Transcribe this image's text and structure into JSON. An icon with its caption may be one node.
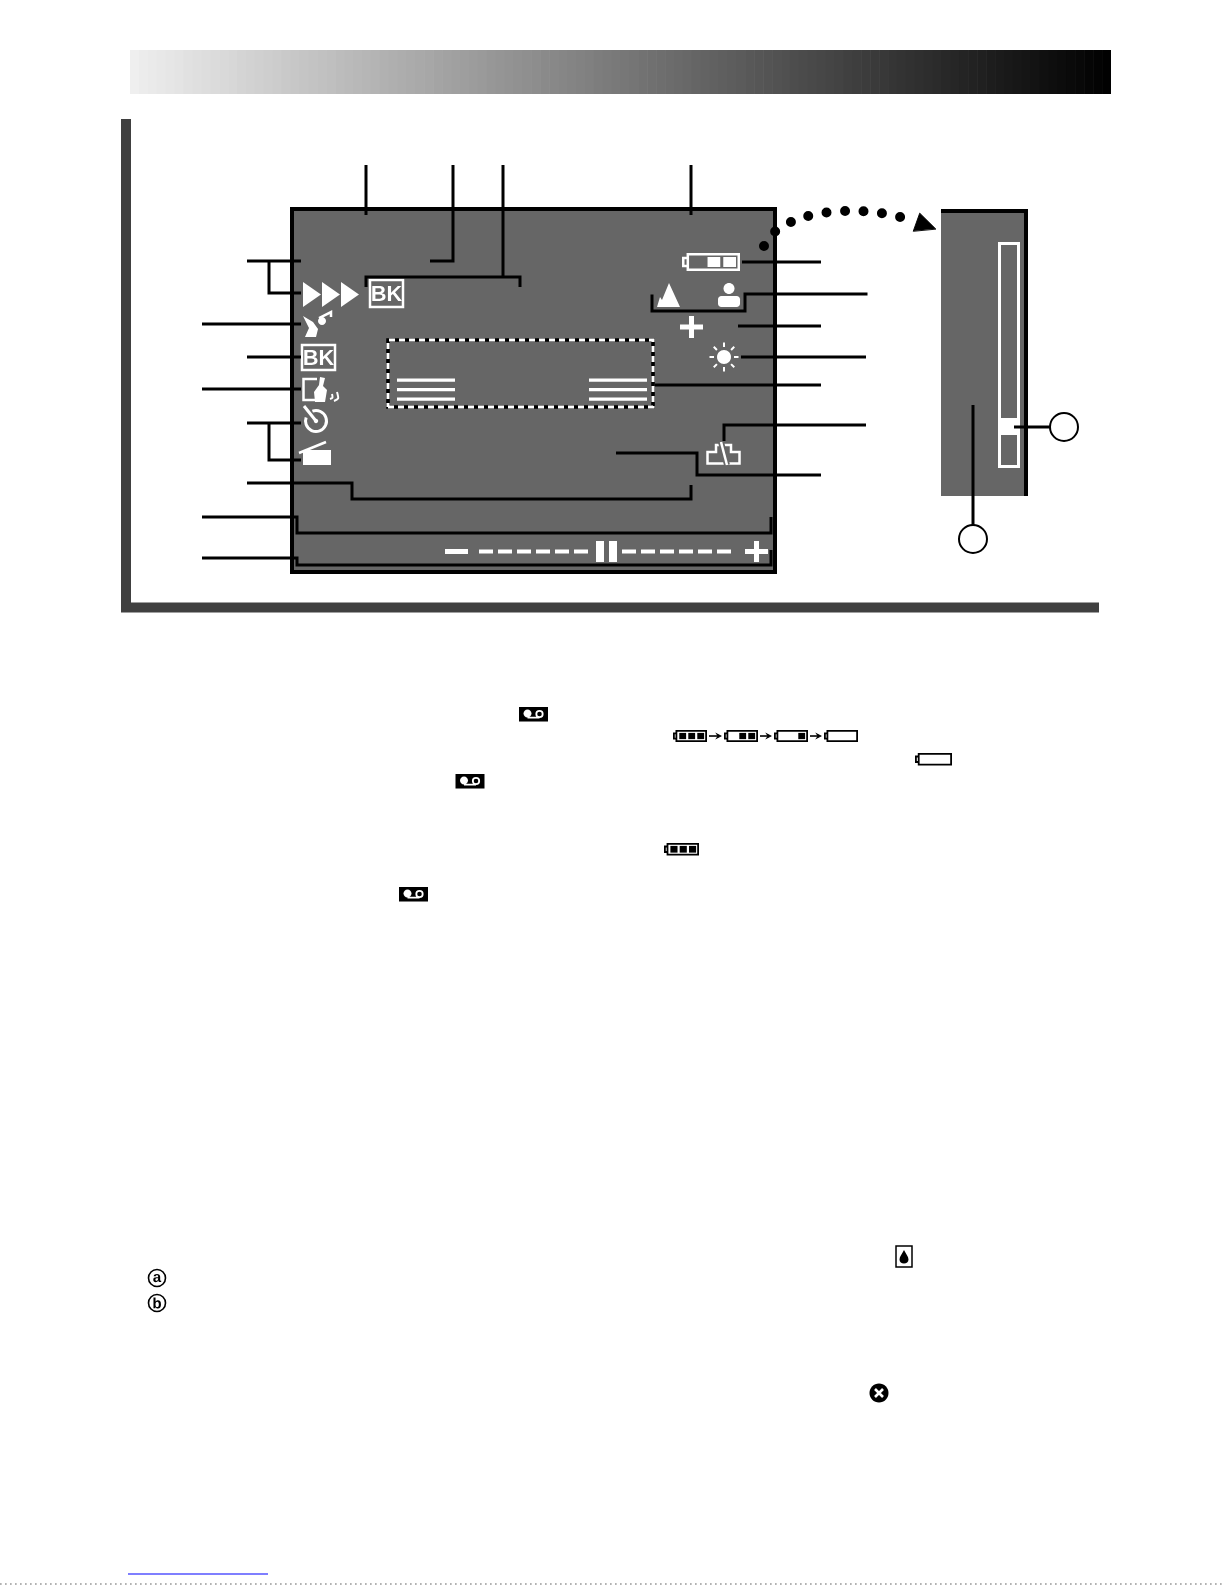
{
  "diagram": {
    "nodes": [
      {
        "text": [],
        "shape": "box"
      },
      {
        "text": [],
        "shape": "battery",
        "in": 0
      },
      {
        "text": [],
        "shape": "picture",
        "in": 0
      },
      {
        "text": [
          "BK"
        ],
        "in": 0
      },
      {
        "text": [],
        "shape": "picture",
        "in": 0
      },
      {
        "text": [],
        "shape": "person",
        "in": 0
      },
      {
        "text": [],
        "shape": "picture",
        "in": 0
      },
      {
        "text": [
          "BK"
        ],
        "in": 0
      },
      {
        "text": [],
        "shape": "box",
        "in": 0
      },
      {
        "text": [],
        "shape": "sun",
        "in": 0
      },
      {
        "text": [],
        "shape": "picture",
        "in": 0
      },
      {
        "text": [],
        "shape": "clock",
        "in": 0
      },
      {
        "text": [],
        "shape": "picture",
        "in": 0
      },
      {
        "text": [],
        "shape": "clapperboard",
        "in": 0
      },
      {
        "text": [],
        "shape": "bar",
        "in": 0
      },
      {
        "text": [],
        "shape": "box"
      },
      {
        "text": [],
        "shape": "bar",
        "in": 15
      },
      {
        "text": [],
        "shape": "circle"
      },
      {
        "text": [],
        "shape": "circle"
      },
      {
        "text": [],
        "shape": "battery"
      },
      {
        "text": [],
        "shape": "battery"
      },
      {
        "text": [],
        "shape": "battery"
      },
      {
        "text": [],
        "shape": "battery"
      }
    ],
    "edges": [
      {
        "from": null,
        "to": 0,
        "arrow": "none"
      },
      {
        "from": null,
        "to": 3,
        "arrow": "none"
      },
      {
        "from": null,
        "to": 0,
        "arrow": "none"
      },
      {
        "from": null,
        "to": 0,
        "arrow": "none"
      },
      {
        "from": null,
        "to": 2,
        "arrow": "none"
      },
      {
        "from": null,
        "to": 6,
        "arrow": "none"
      },
      {
        "from": null,
        "to": 7,
        "arrow": "none"
      },
      {
        "from": null,
        "to": 10,
        "arrow": "none"
      },
      {
        "from": null,
        "to": 11,
        "arrow": "none"
      },
      {
        "from": null,
        "to": 13,
        "arrow": "none"
      },
      {
        "from": null,
        "to": 0,
        "arrow": "none"
      },
      {
        "from": null,
        "to": 0,
        "arrow": "none"
      },
      {
        "from": null,
        "to": 14,
        "arrow": "none"
      },
      {
        "from": null,
        "to": 1,
        "arrow": "none"
      },
      {
        "from": null,
        "to": 4,
        "arrow": "none"
      },
      {
        "from": null,
        "to": 5,
        "arrow": "none"
      },
      {
        "from": null,
        "to": 9,
        "arrow": "none"
      },
      {
        "from": null,
        "to": 8,
        "arrow": "none"
      },
      {
        "from": null,
        "to": 12,
        "arrow": "none"
      },
      {
        "from": null,
        "to": 0,
        "arrow": "none"
      },
      {
        "from": 17,
        "to": 16,
        "arrow": "none"
      },
      {
        "from": 18,
        "to": 15,
        "arrow": "none"
      },
      {
        "from": 0,
        "to": 15,
        "arrow": "to",
        "style": "dashed"
      },
      {
        "from": 19,
        "to": 20,
        "arrow": "to"
      },
      {
        "from": 20,
        "to": 21,
        "arrow": "to"
      },
      {
        "from": 21,
        "to": 22,
        "arrow": "to"
      }
    ],
    "labels": [
      "a",
      "b"
    ]
  }
}
